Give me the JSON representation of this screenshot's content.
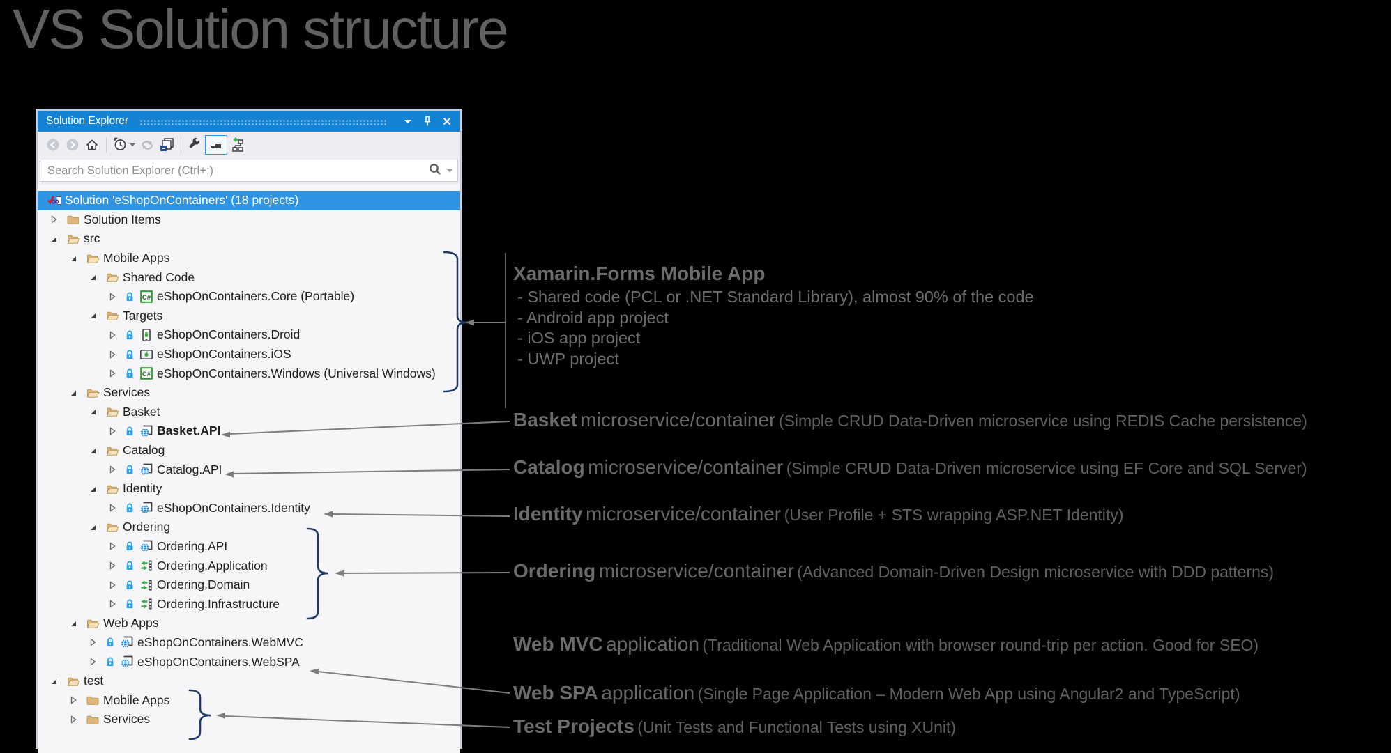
{
  "page": {
    "title": "VS Solution structure"
  },
  "panel": {
    "title": "Solution Explorer",
    "window_controls": [
      "chevron-down-icon",
      "pin-icon",
      "close-icon"
    ],
    "toolbar_icons": [
      "back-icon",
      "forward-icon",
      "home-icon",
      "history-clock-icon",
      "dropdown-caret-icon",
      "refresh-icon",
      "collapse-all-icon",
      "properties-wrench-icon",
      "preview-selected-items-icon",
      "sync-diagram-add-icon"
    ],
    "search": {
      "placeholder": "Search Solution Explorer (Ctrl+;)",
      "icons": [
        "search-icon",
        "search-options-caret-icon"
      ]
    },
    "tree": [
      {
        "label": "Solution 'eShopOnContainers' (18 projects)",
        "level": 0,
        "expander": "none",
        "icon": "solution",
        "lock": false,
        "bold": false,
        "selected": true
      },
      {
        "label": "Solution Items",
        "level": 1,
        "expander": "collapsed",
        "icon": "folder-closed",
        "lock": false,
        "bold": false,
        "selected": false
      },
      {
        "label": "src",
        "level": 1,
        "expander": "expanded",
        "icon": "folder-open",
        "lock": false,
        "bold": false,
        "selected": false
      },
      {
        "label": "Mobile Apps",
        "level": 2,
        "expander": "expanded",
        "icon": "folder-open",
        "lock": false,
        "bold": false,
        "selected": false
      },
      {
        "label": "Shared Code",
        "level": 3,
        "expander": "expanded",
        "icon": "folder-open",
        "lock": false,
        "bold": false,
        "selected": false
      },
      {
        "label": "eShopOnContainers.Core (Portable)",
        "level": 4,
        "expander": "collapsed",
        "icon": "csharp",
        "lock": true,
        "bold": false,
        "selected": false
      },
      {
        "label": "Targets",
        "level": 3,
        "expander": "expanded",
        "icon": "folder-open",
        "lock": false,
        "bold": false,
        "selected": false
      },
      {
        "label": "eShopOnContainers.Droid",
        "level": 4,
        "expander": "collapsed",
        "icon": "droid",
        "lock": true,
        "bold": false,
        "selected": false
      },
      {
        "label": "eShopOnContainers.iOS",
        "level": 4,
        "expander": "collapsed",
        "icon": "ios",
        "lock": true,
        "bold": false,
        "selected": false
      },
      {
        "label": "eShopOnContainers.Windows (Universal Windows)",
        "level": 4,
        "expander": "collapsed",
        "icon": "csharp",
        "lock": true,
        "bold": false,
        "selected": false
      },
      {
        "label": "Services",
        "level": 2,
        "expander": "expanded",
        "icon": "folder-open",
        "lock": false,
        "bold": false,
        "selected": false
      },
      {
        "label": "Basket",
        "level": 3,
        "expander": "expanded",
        "icon": "folder-open",
        "lock": false,
        "bold": false,
        "selected": false
      },
      {
        "label": "Basket.API",
        "level": 4,
        "expander": "collapsed",
        "icon": "web",
        "lock": true,
        "bold": true,
        "selected": false
      },
      {
        "label": "Catalog",
        "level": 3,
        "expander": "expanded",
        "icon": "folder-open",
        "lock": false,
        "bold": false,
        "selected": false
      },
      {
        "label": "Catalog.API",
        "level": 4,
        "expander": "collapsed",
        "icon": "web",
        "lock": true,
        "bold": false,
        "selected": false
      },
      {
        "label": "Identity",
        "level": 3,
        "expander": "expanded",
        "icon": "folder-open",
        "lock": false,
        "bold": false,
        "selected": false
      },
      {
        "label": "eShopOnContainers.Identity",
        "level": 4,
        "expander": "collapsed",
        "icon": "web",
        "lock": true,
        "bold": false,
        "selected": false
      },
      {
        "label": "Ordering",
        "level": 3,
        "expander": "expanded",
        "icon": "folder-open",
        "lock": false,
        "bold": false,
        "selected": false
      },
      {
        "label": "Ordering.API",
        "level": 4,
        "expander": "collapsed",
        "icon": "web",
        "lock": true,
        "bold": false,
        "selected": false
      },
      {
        "label": "Ordering.Application",
        "level": 4,
        "expander": "collapsed",
        "icon": "applib",
        "lock": true,
        "bold": false,
        "selected": false
      },
      {
        "label": "Ordering.Domain",
        "level": 4,
        "expander": "collapsed",
        "icon": "applib",
        "lock": true,
        "bold": false,
        "selected": false
      },
      {
        "label": "Ordering.Infrastructure",
        "level": 4,
        "expander": "collapsed",
        "icon": "applib",
        "lock": true,
        "bold": false,
        "selected": false
      },
      {
        "label": "Web Apps",
        "level": 2,
        "expander": "expanded",
        "icon": "folder-open",
        "lock": false,
        "bold": false,
        "selected": false
      },
      {
        "label": "eShopOnContainers.WebMVC",
        "level": 3,
        "expander": "collapsed",
        "icon": "web",
        "lock": true,
        "bold": false,
        "selected": false
      },
      {
        "label": "eShopOnContainers.WebSPA",
        "level": 3,
        "expander": "collapsed",
        "icon": "web",
        "lock": true,
        "bold": false,
        "selected": false
      },
      {
        "label": "test",
        "level": 1,
        "expander": "expanded",
        "icon": "folder-open",
        "lock": false,
        "bold": false,
        "selected": false
      },
      {
        "label": "Mobile Apps",
        "level": 2,
        "expander": "collapsed",
        "icon": "folder-closed",
        "lock": false,
        "bold": false,
        "selected": false
      },
      {
        "label": "Services",
        "level": 2,
        "expander": "collapsed",
        "icon": "folder-closed",
        "lock": false,
        "bold": false,
        "selected": false
      }
    ]
  },
  "annotations": [
    {
      "heading": "Xamarin.Forms Mobile App",
      "mid": "",
      "paren": "",
      "bullets": [
        "- Shared code (PCL or .NET Standard Library), almost 90% of the code",
        "- Android app project",
        "- iOS app project",
        "- UWP project"
      ]
    },
    {
      "heading": "Basket",
      "mid": "microservice/container",
      "paren": "(Simple CRUD Data-Driven microservice using REDIS Cache persistence)"
    },
    {
      "heading": "Catalog",
      "mid": "microservice/container",
      "paren": "(Simple CRUD Data-Driven microservice using EF Core and SQL Server)"
    },
    {
      "heading": "Identity",
      "mid": "microservice/container",
      "paren": "(User Profile + STS wrapping ASP.NET Identity)"
    },
    {
      "heading": "Ordering",
      "mid": "microservice/container",
      "paren": "(Advanced Domain-Driven Design microservice with DDD patterns)"
    },
    {
      "heading": "Web MVC",
      "mid": "application",
      "paren": "(Traditional Web Application with browser round-trip per action. Good for SEO)"
    },
    {
      "heading": "Web SPA",
      "mid": "application",
      "paren": "(Single Page Application – Modern Web App using Angular2 and TypeScript)"
    },
    {
      "heading": "Test Projects",
      "mid": "",
      "paren": "(Unit Tests and Functional Tests using XUnit)"
    }
  ],
  "colors": {
    "titlebar_blue": "#1583d3",
    "selection_blue": "#3094e5",
    "brace_navy": "#1f3a68",
    "arrow_gray": "#7d7d7d",
    "annotation_gray": "#6b6b6b",
    "folder_tan": "#dcb67a",
    "lock_blue": "#2ba2e8",
    "globe_blue": "#1b87d8",
    "project_green": "#3fae49"
  }
}
